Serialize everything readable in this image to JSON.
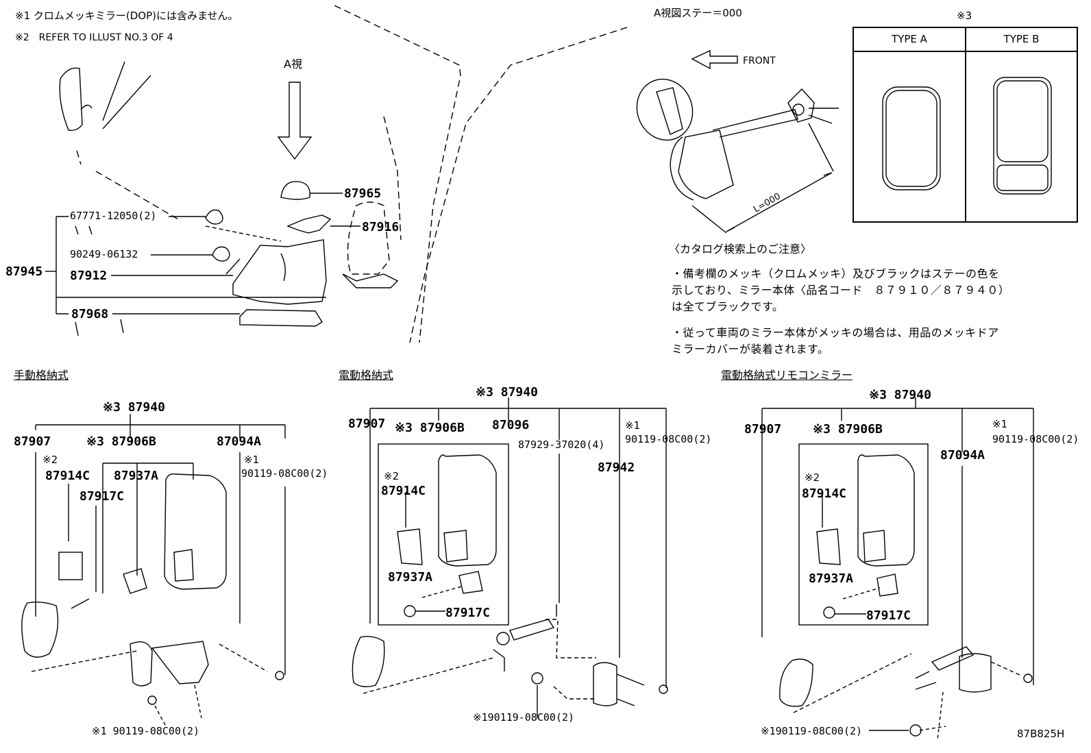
{
  "notes": {
    "n1": "※1 クロムメッキミラー(DOP)には含みません。",
    "n2": "※2　REFER TO ILLUST NO.3 OF 4"
  },
  "top": {
    "view_a": "A視",
    "view_a_stay": "A視図ステー＝000",
    "front": "FRONT",
    "length": "L=000",
    "note3": "※3"
  },
  "type_table": {
    "type_a": "TYPE A",
    "type_b": "TYPE B"
  },
  "catalog_note": {
    "title": "〈カタログ検索上のご注意〉",
    "lines": [
      "・備考欄のメッキ（クロムメッキ）及びブラックはステーの色を",
      "示しており、ミラー本体〈品名コード　８７９１０／８７９４０）",
      "は全てブラックです。",
      "・従って車両のミラー本体がメッキの場合は、用品のメッキドア",
      "ミラーカバーが装着されます。"
    ]
  },
  "upper_parts": {
    "p87965": "87965",
    "p87916": "87916",
    "p67771": "67771-12050(2)",
    "p90249": "90249-06132",
    "p87945": "87945",
    "p87912": "87912",
    "p87968": "87968"
  },
  "sections": {
    "manual": {
      "title": "手動格納式",
      "p87940": "※3 87940",
      "p87907": "87907",
      "p87906b": "※3 87906B",
      "p87094a": "87094A",
      "ref2": "※2",
      "p87914c": "87914C",
      "p87937a": "87937A",
      "p87917c": "87917C",
      "ref1": "※1",
      "p90119": "90119-08C00(2)",
      "bottom": "※1 90119-08C00(2)"
    },
    "power": {
      "title": "電動格納式",
      "p87940": "※3 87940",
      "p87907": "87907",
      "p87906b": "※3 87906B",
      "p87096": "87096",
      "p87929": "87929-37020(4)",
      "ref1": "※1",
      "p90119": "90119-08C00(2)",
      "p87942": "87942",
      "ref2": "※2",
      "p87914c": "87914C",
      "p87937a": "87937A",
      "p87917c": "87917C",
      "bottom": "※190119-08C00(2)"
    },
    "remote": {
      "title": "電動格納式リモコンミラー",
      "p87940": "※3 87940",
      "p87907": "87907",
      "p87906b": "※3 87906B",
      "ref1": "※1",
      "p90119": "90119-08C00(2)",
      "p87094a": "87094A",
      "ref2": "※2",
      "p87914c": "87914C",
      "p87937a": "87937A",
      "p87917c": "87917C",
      "bottom": "※190119-08C00(2)"
    }
  },
  "diagram_code": "87B825H"
}
